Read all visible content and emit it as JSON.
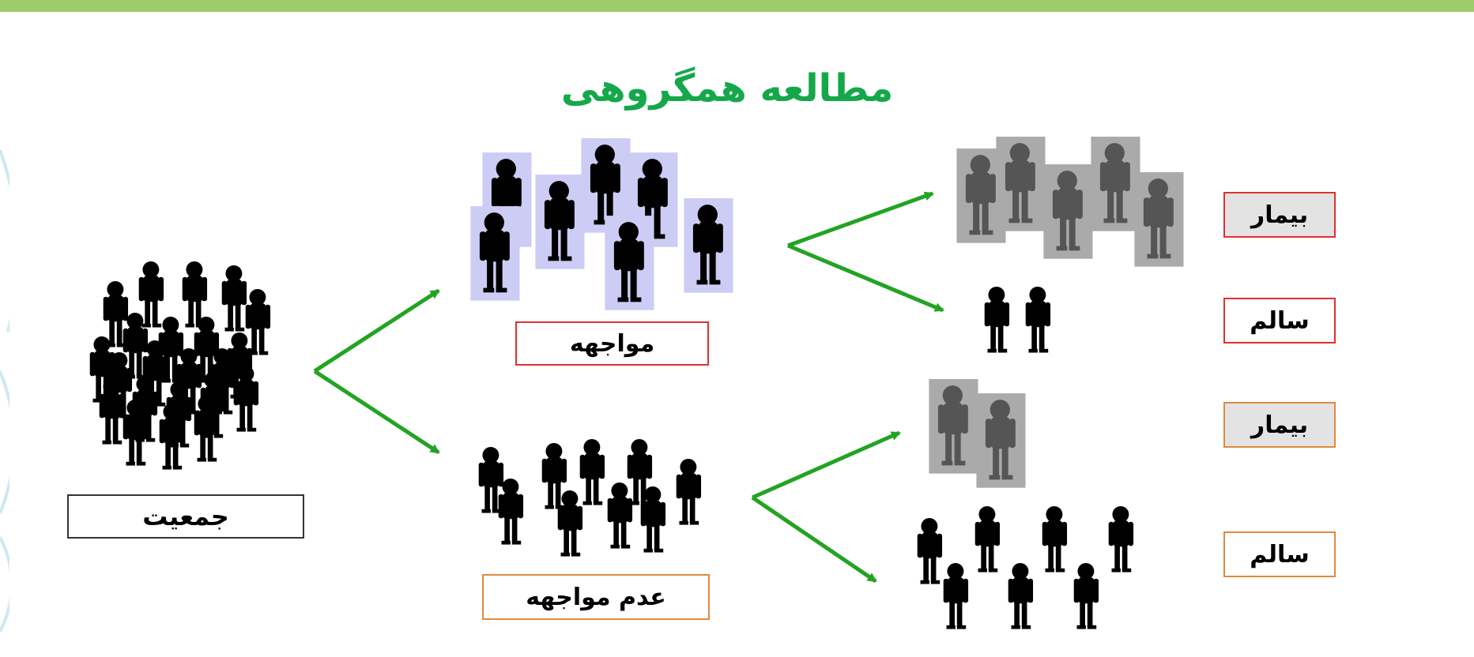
{
  "title": "مطالعه همگروهی",
  "labels": {
    "population": "جمعیت",
    "exposed": "مواجهه",
    "not_exposed": "عدم مواجهه",
    "outcome_exposed_sick": "بیمار",
    "outcome_exposed_healthy": "سالم",
    "outcome_unexposed_sick": "بیمار",
    "outcome_unexposed_healthy": "سالم"
  },
  "colors": {
    "top_bar": "#9dcd6a",
    "title": "#15a84b",
    "arrow": "#22a422",
    "figure": "#000000",
    "exposed_background": "#ccccf5",
    "sick_background": "#aaaaaa",
    "sick_figure": "#555555",
    "border_red": "#e03030",
    "border_orange": "#e08a3c"
  },
  "icons": {
    "person": "person-figure-icon",
    "arrow": "green-arrow-icon"
  }
}
